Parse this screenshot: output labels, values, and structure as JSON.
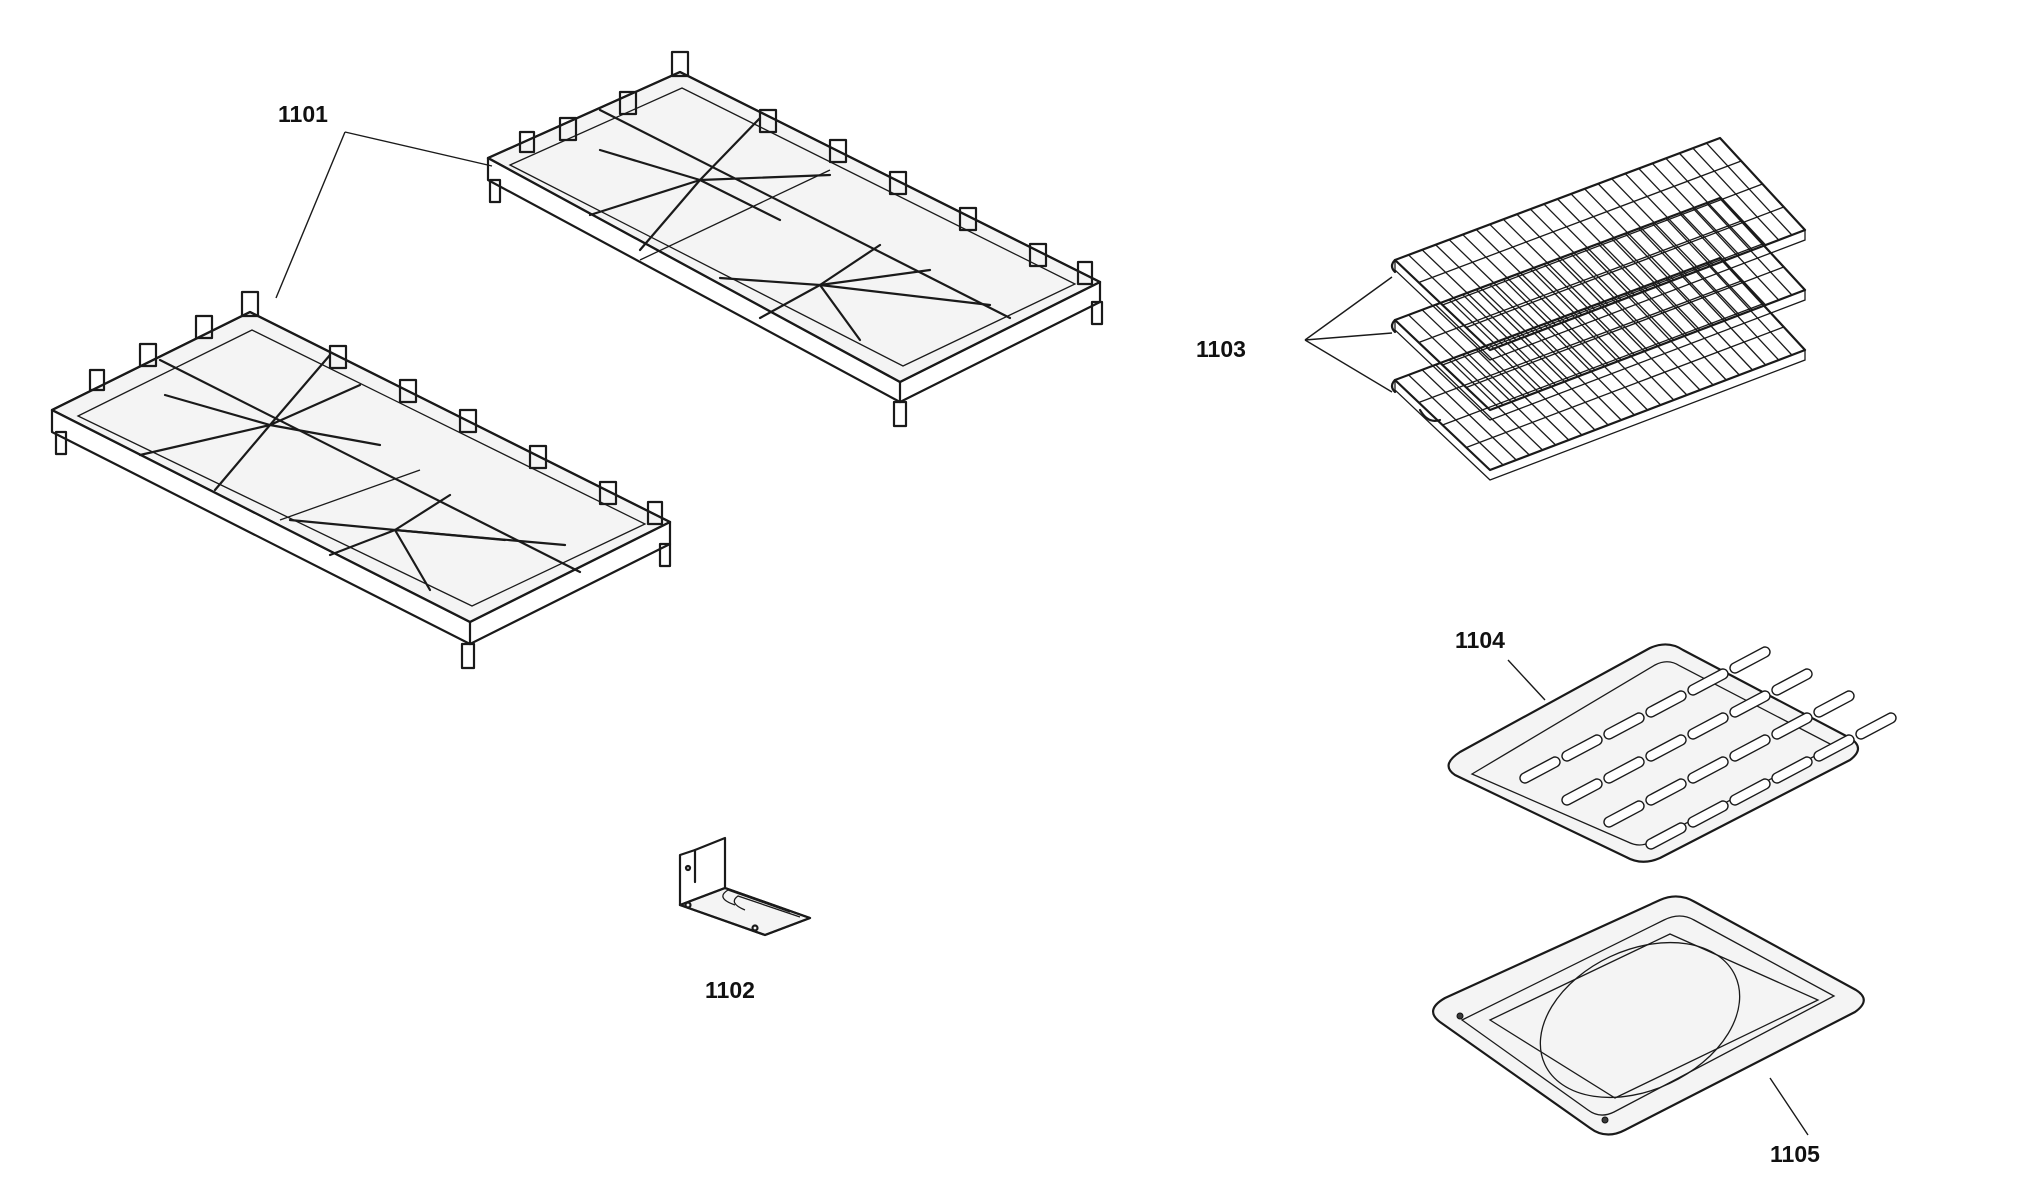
{
  "diagram": {
    "parts": [
      {
        "id": "grate",
        "label": "1101",
        "name": "burner grate (x2)"
      },
      {
        "id": "bracket",
        "label": "1102",
        "name": "bracket"
      },
      {
        "id": "oven-racks",
        "label": "1103",
        "name": "oven racks (x3)"
      },
      {
        "id": "broil-grid",
        "label": "1104",
        "name": "broiler pan insert"
      },
      {
        "id": "broil-pan",
        "label": "1105",
        "name": "broiler pan"
      }
    ]
  },
  "colors": {
    "line": "#1a1a1a",
    "background": "#ffffff"
  }
}
